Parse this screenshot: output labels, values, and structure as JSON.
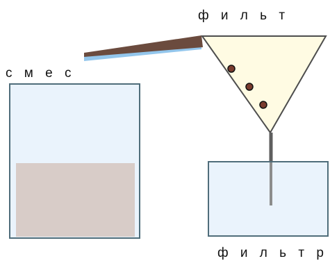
{
  "labels": {
    "mixture": "с м е с",
    "filter": "ф и л ь т",
    "filtrate": "ф и л ь т р"
  },
  "colors": {
    "beaker_fill": "#eaf3fc",
    "beaker_stroke": "#4f6d7a",
    "mixture_fill": "#d8ccc8",
    "funnel_fill": "#fffbe3",
    "funnel_stroke": "#4d4d4d",
    "particle_fill": "#7a3b2e",
    "stem": "#5e5e5e",
    "glass_rod": "#6b4b3e",
    "liquid_stream": "#93c6ec",
    "filtrate_stream": "#8c8c8c"
  },
  "icons": {
    "particles": "solid-particle-icon",
    "glass_rod": "glass-rod-icon"
  }
}
